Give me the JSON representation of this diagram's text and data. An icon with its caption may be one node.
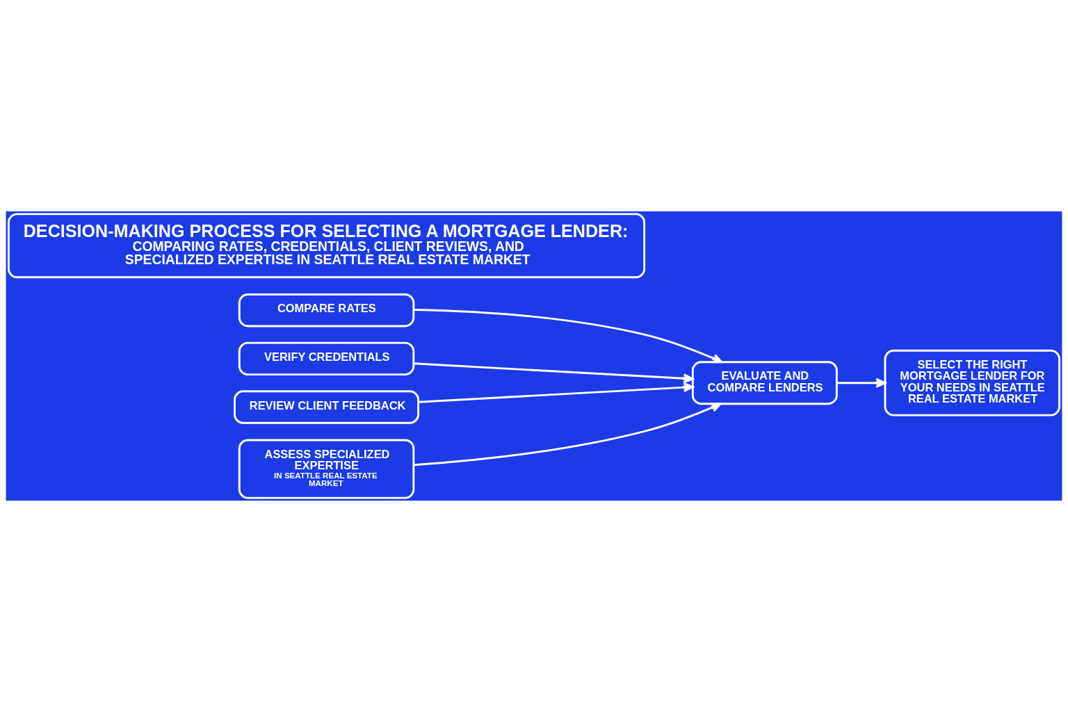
{
  "diagram": {
    "nodes": [
      {
        "text": [
          "DECISION-MAKING PROCESS FOR SELECTING A MORTGAGE LENDER:",
          "COMPARING RATES, CREDENTIALS, CLIENT REVIEWS, AND SPECIALIZED EXPERTISE IN SEATTLE REAL ESTATE MARKET"
        ]
      },
      {
        "text": [
          "COMPARE RATES"
        ]
      },
      {
        "text": [
          "VERIFY CREDENTIALS"
        ]
      },
      {
        "text": [
          "REVIEW CLIENT FEEDBACK"
        ]
      },
      {
        "text": [
          "ASSESS SPECIALIZED EXPERTISE",
          "IN SEATTLE REAL ESTATE MARKET"
        ]
      },
      {
        "text": [
          "EVALUATE AND COMPARE LENDERS"
        ]
      },
      {
        "text": [
          "SELECT THE RIGHT MORTGAGE LENDER FOR YOUR NEEDS IN SEATTLE REAL ESTATE MARKET"
        ]
      }
    ],
    "edges": [
      {
        "from": 1,
        "to": 5,
        "arrow": "to"
      },
      {
        "from": 2,
        "to": 5,
        "arrow": "to"
      },
      {
        "from": 3,
        "to": 5,
        "arrow": "to"
      },
      {
        "from": 4,
        "to": 5,
        "arrow": "to"
      },
      {
        "from": 5,
        "to": 6,
        "arrow": "to"
      }
    ]
  }
}
